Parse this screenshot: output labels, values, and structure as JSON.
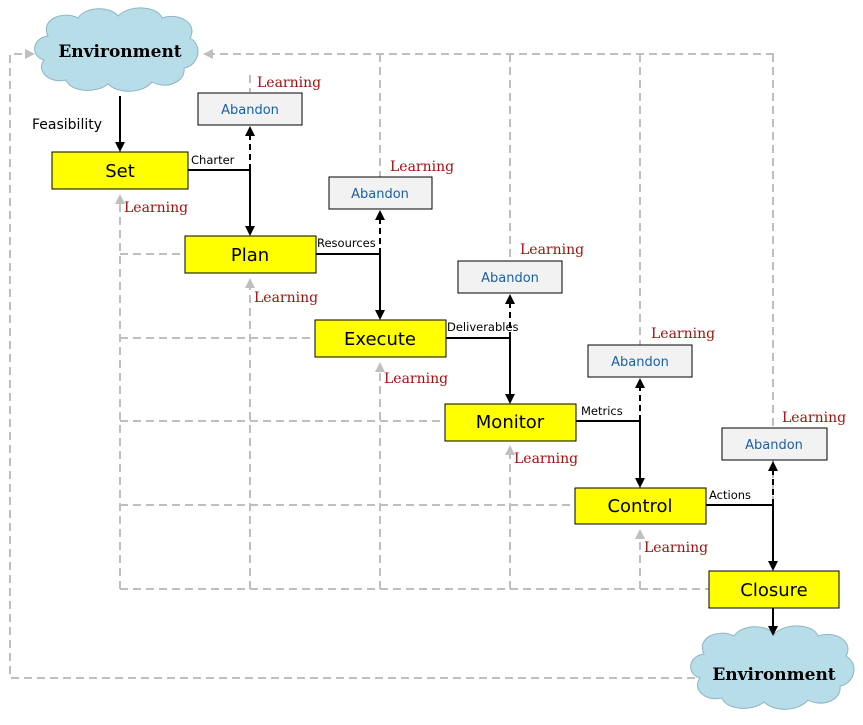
{
  "environment": {
    "top_label": "Environment",
    "bottom_label": "Environment"
  },
  "feasibility_label": "Feasibility",
  "abandon_label": "Abandon",
  "learning_label": "Learning",
  "stages": [
    "Set",
    "Plan",
    "Execute",
    "Monitor",
    "Control",
    "Closure"
  ],
  "flow_labels": [
    "Charter",
    "Resources",
    "Deliverables",
    "Metrics",
    "Actions"
  ],
  "colors": {
    "stage_fill": "#ffff00",
    "abandon_fill": "#f2f2f2",
    "cloud_fill": "#b7dde8",
    "learning_text": "#a01010",
    "abandon_text": "#1a5fa8",
    "dashed_line": "#bfbfbf"
  }
}
